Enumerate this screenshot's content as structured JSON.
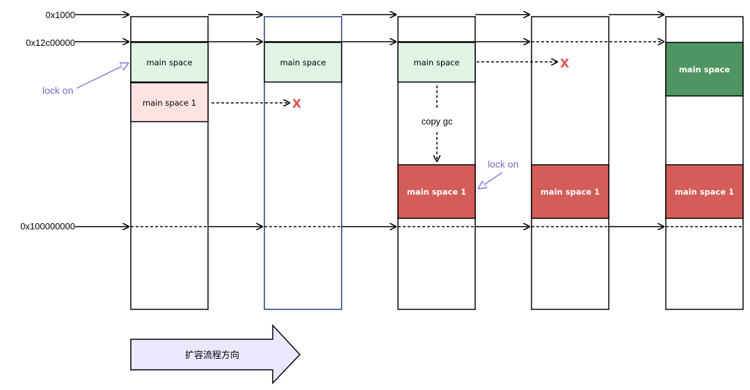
{
  "addresses": {
    "top": "0x1000",
    "space_start": "0x12c00000",
    "limit": "0x100000000"
  },
  "blocks": {
    "main_space": "main space",
    "main_space_1": "main space 1"
  },
  "annotations": {
    "lock_on": "lock on",
    "copy_gc": "copy gc",
    "released": "X"
  },
  "direction_label": "扩容流程方向",
  "colors": {
    "light_green": "#e0f4e5",
    "light_pink": "#fde3e1",
    "dark_green": "#4f9562",
    "dark_red": "#d45c59",
    "lock_purple": "#8a6fd1",
    "x_red": "#e0524f",
    "big_arrow_fill": "#ece7fd"
  }
}
